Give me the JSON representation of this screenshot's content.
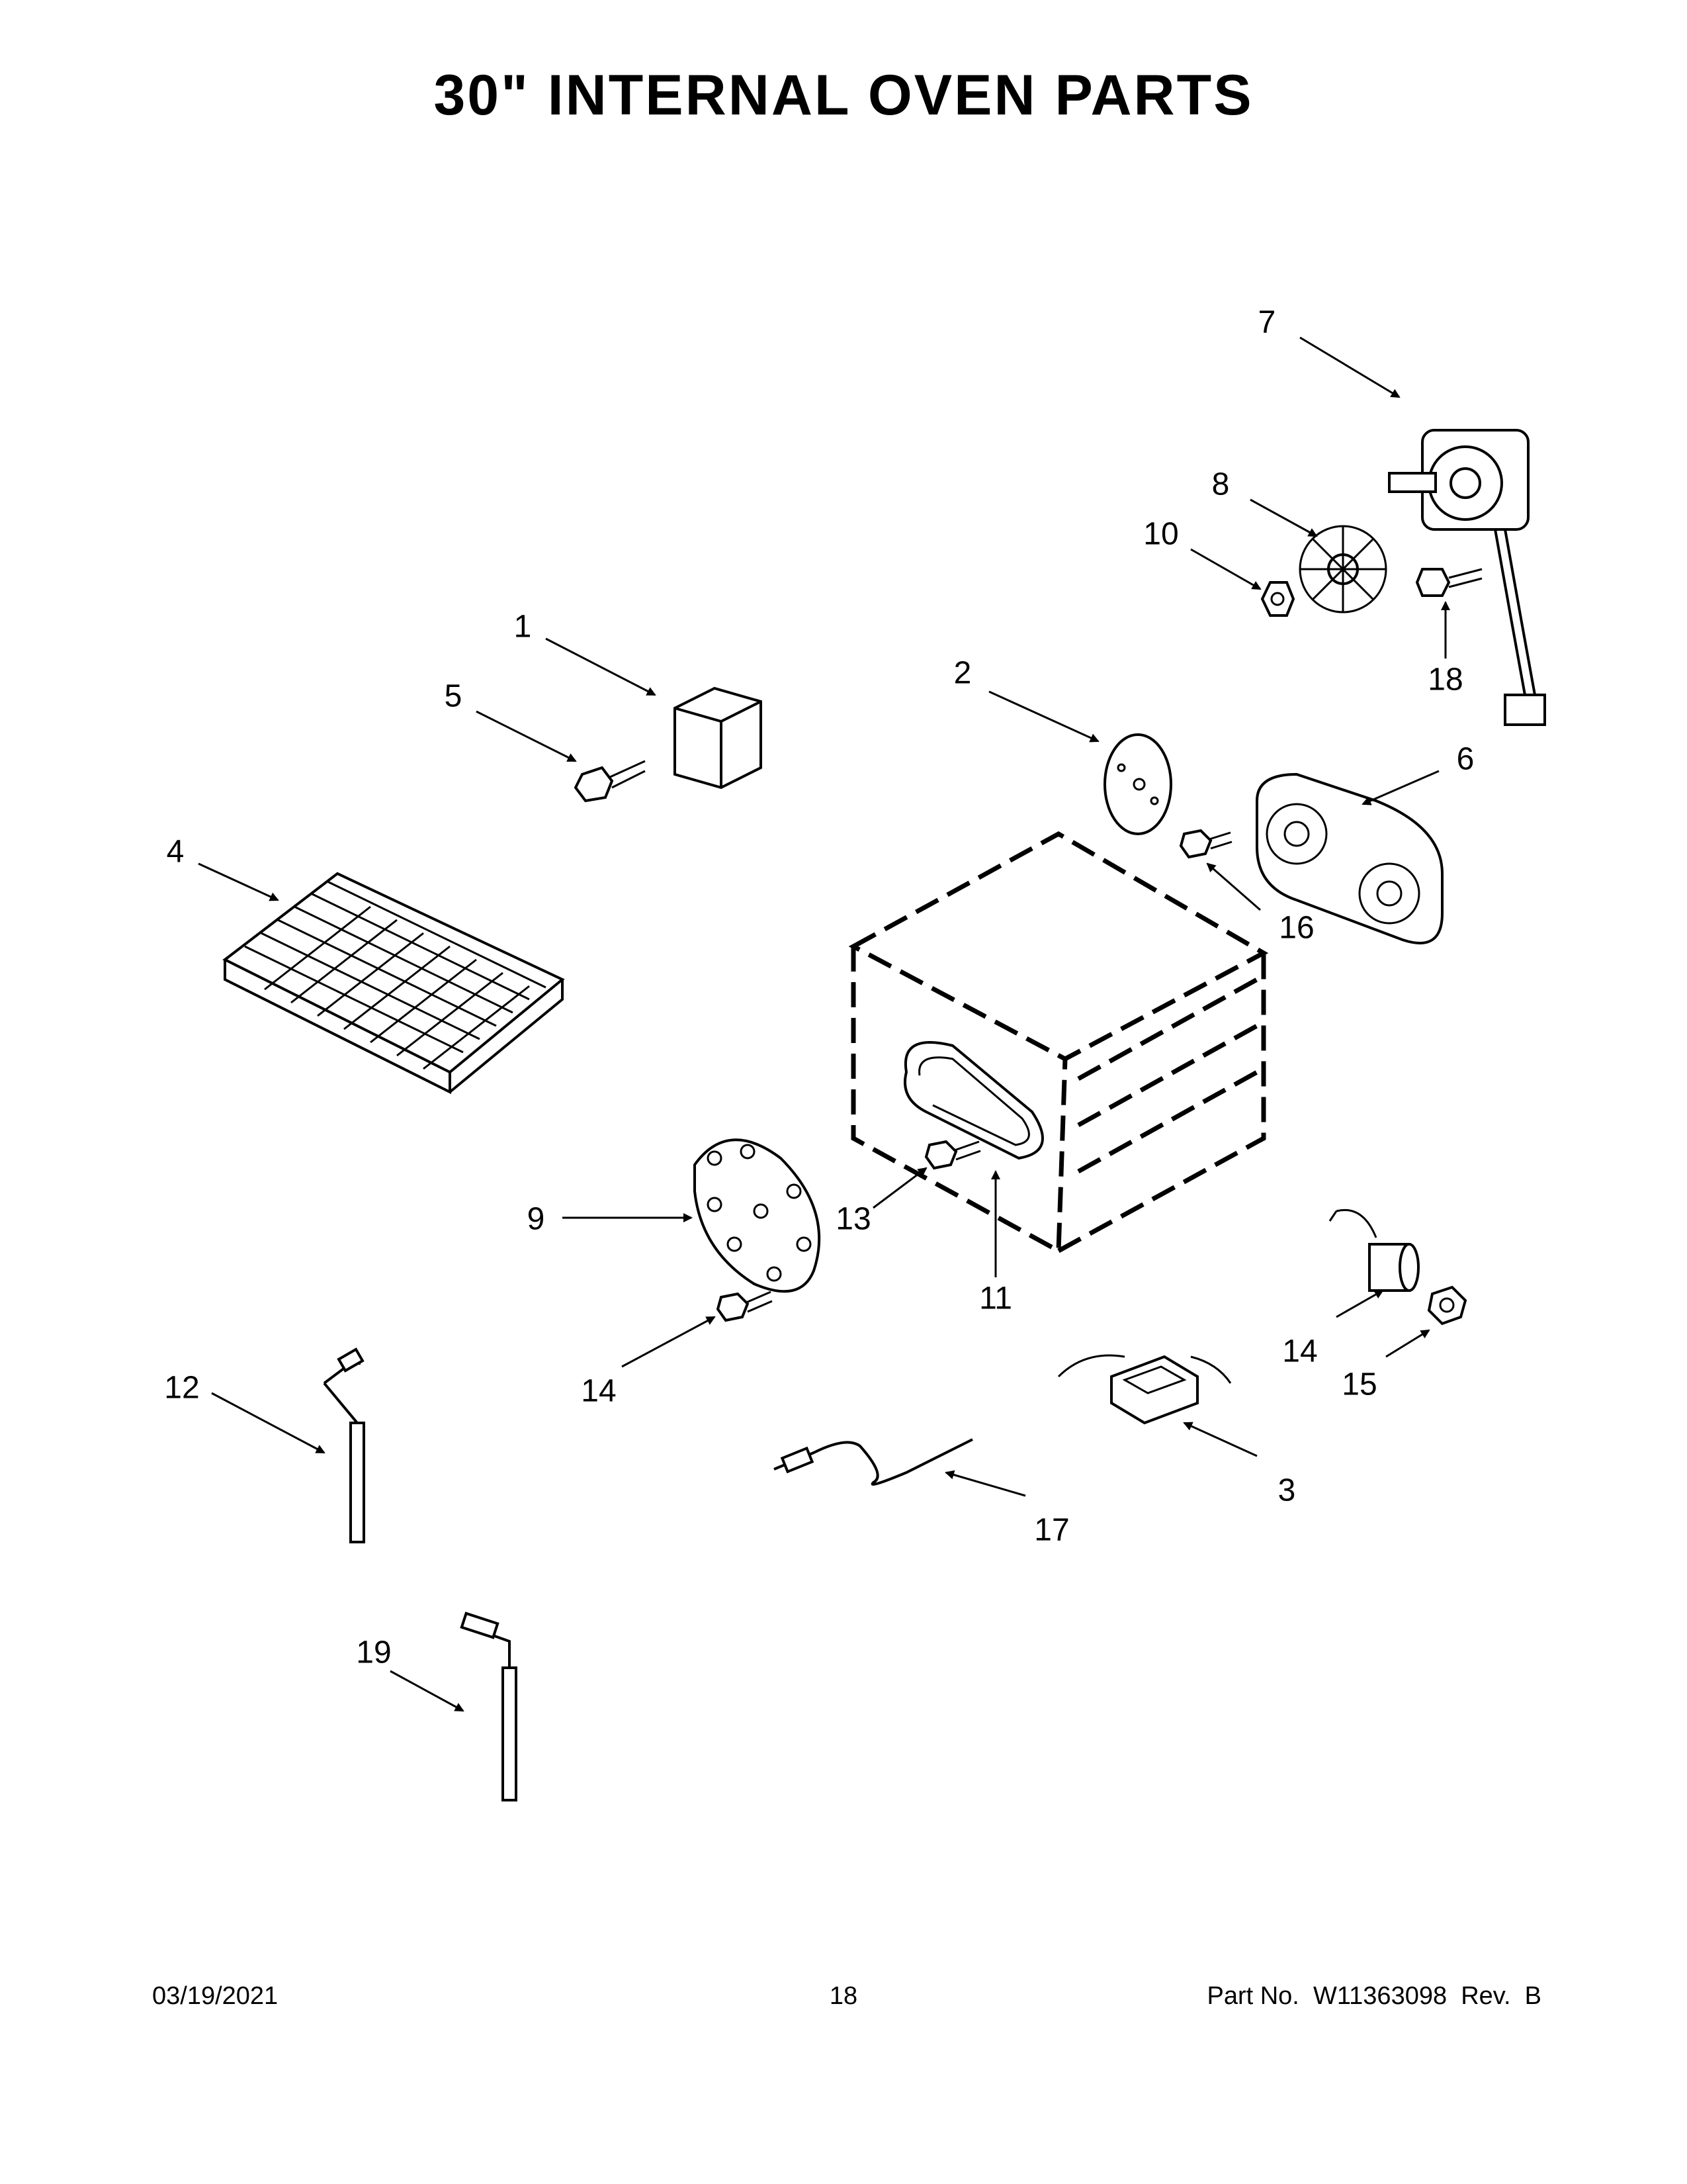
{
  "title": "30\" INTERNAL OVEN PARTS",
  "footer": {
    "date": "03/19/2021",
    "page": "18",
    "part_no": "Part No.  W11363098  Rev.  B"
  },
  "callouts": [
    "1",
    "2",
    "3",
    "4",
    "5",
    "6",
    "7",
    "8",
    "9",
    "10",
    "11",
    "12",
    "13",
    "14",
    "14",
    "15",
    "16",
    "17",
    "18",
    "19"
  ]
}
